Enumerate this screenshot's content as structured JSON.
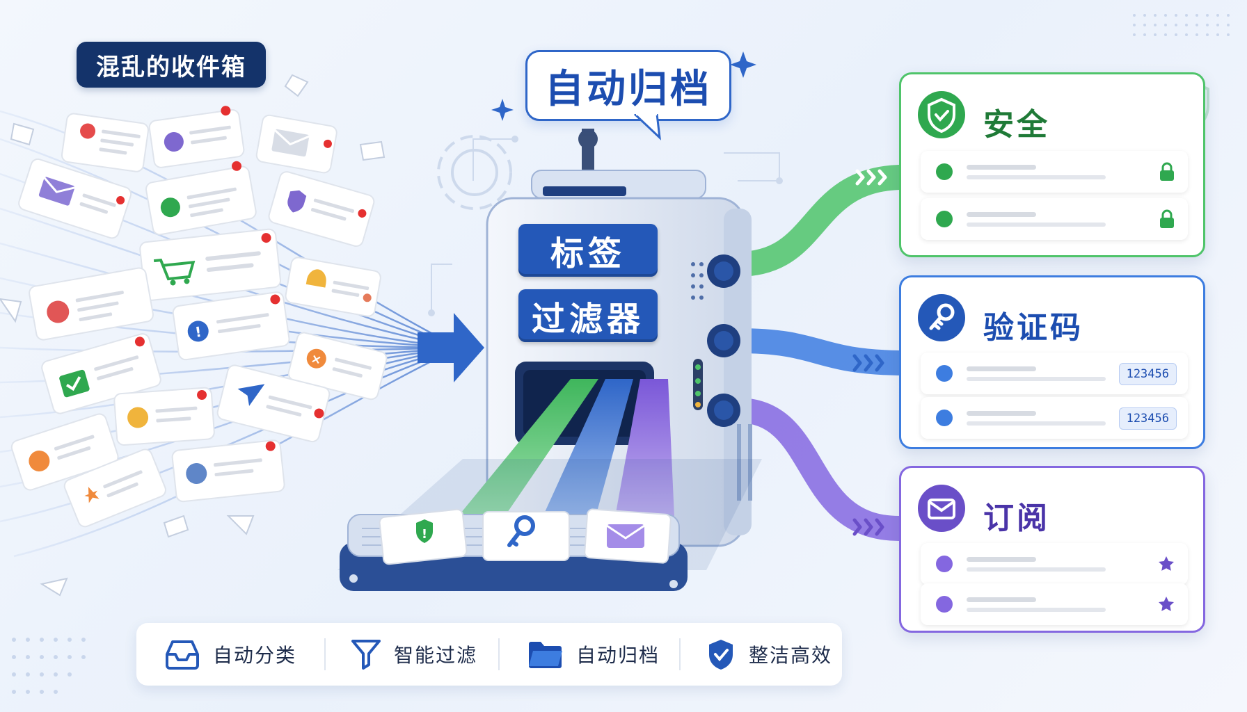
{
  "inbox": {
    "title": "混乱的收件箱"
  },
  "process": {
    "title": "自动归档"
  },
  "machine": {
    "label_tag": "标签",
    "label_filter": "过滤器"
  },
  "categories": [
    {
      "name": "安全",
      "color": "#2fa84f",
      "accent": "#4fc46a"
    },
    {
      "name": "验证码",
      "color": "#2f66c8",
      "accent": "#3d7de0",
      "codes": [
        "123456",
        "123456"
      ]
    },
    {
      "name": "订阅",
      "color": "#6a4fc8",
      "accent": "#8467e0"
    }
  ],
  "features": [
    {
      "label": "自动分类",
      "icon": "inbox-tray-icon"
    },
    {
      "label": "智能过滤",
      "icon": "funnel-icon"
    },
    {
      "label": "自动归档",
      "icon": "folder-icon"
    },
    {
      "label": "整洁高效",
      "icon": "shield-check-icon"
    }
  ],
  "colors": {
    "navy": "#14336a",
    "blue": "#2f66c8",
    "green": "#2fa84f",
    "purple": "#6a4fc8"
  }
}
